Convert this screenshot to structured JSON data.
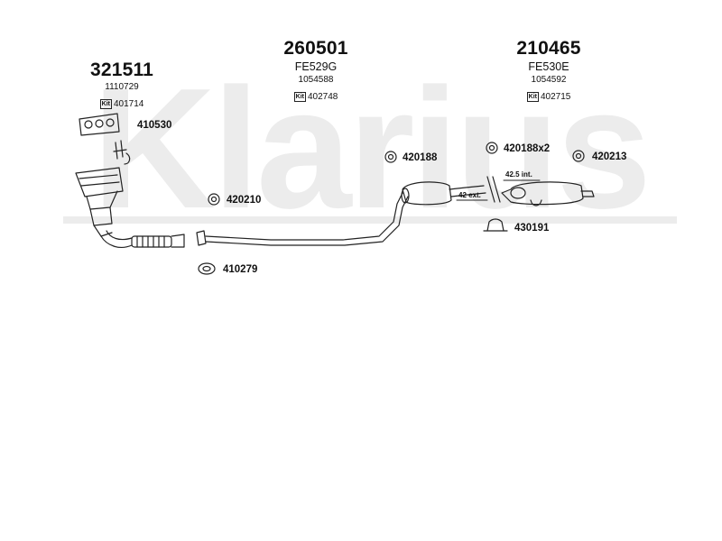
{
  "watermark": "Klarius",
  "groups": [
    {
      "part": "321511",
      "oe": "1110729",
      "kit_icon": "kit-icon",
      "kit": "401714"
    },
    {
      "part": "260501",
      "code": "FE529G",
      "oe": "1054588",
      "kit_icon": "kit-icon",
      "kit": "402748"
    },
    {
      "part": "210465",
      "code": "FE530E",
      "oe": "1054592",
      "kit_icon": "kit-icon",
      "kit": "402715"
    }
  ],
  "labels": {
    "gasket_manifold": "410530",
    "rubber_mount_front": "420210",
    "seal_ring": "410279",
    "rubber_mount_mid": "420188",
    "rubber_mount_rear_pair": "420188x2",
    "rubber_mount_end": "420213",
    "clamp": "430191"
  },
  "annotations": {
    "inner_diameter": "42.5 int.",
    "outer_diameter": "42 ext."
  },
  "colors": {
    "line": "#222222",
    "watermark": "#e6e6e6"
  }
}
